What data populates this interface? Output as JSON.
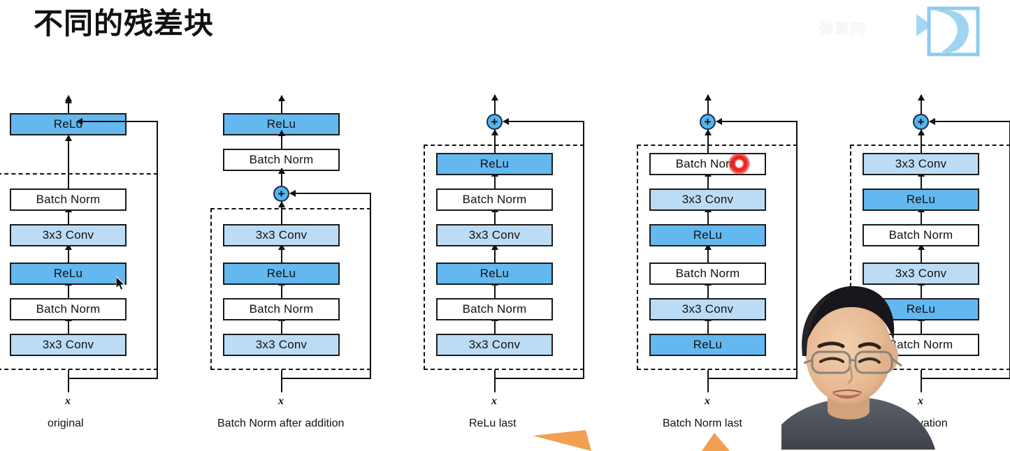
{
  "slide": {
    "title": "不同的残差块",
    "input_symbol": "x",
    "plus_symbol": "+"
  },
  "watermark": {
    "text": "弹幕网",
    "logo_name": "bilibili-logo"
  },
  "colors": {
    "relu_fill": "#63b8ef",
    "conv_fill": "#bcdcf6",
    "bnorm_fill": "#ffffff",
    "stroke": "#1b1b1b",
    "plus_fill": "#56b2ee",
    "highlight": "#e81414",
    "marker_orange": "#f0a050"
  },
  "labels": {
    "relu": "ReLu",
    "conv": "3x3 Conv",
    "batch_norm": "Batch Norm"
  },
  "diagrams": [
    {
      "id": "original",
      "caption": "original",
      "inside_block": [
        "3x3 Conv",
        "Batch Norm",
        "ReLu",
        "3x3 Conv",
        "Batch Norm"
      ],
      "after_addition": [
        "ReLu"
      ]
    },
    {
      "id": "batch-norm-after-addition",
      "caption": "Batch Norm after addition",
      "inside_block": [
        "3x3 Conv",
        "Batch Norm",
        "ReLu",
        "3x3 Conv"
      ],
      "after_addition": [
        "Batch Norm",
        "ReLu"
      ]
    },
    {
      "id": "relu-last",
      "caption": "ReLu last",
      "inside_block": [
        "3x3 Conv",
        "Batch Norm",
        "ReLu",
        "3x3 Conv",
        "Batch Norm",
        "ReLu"
      ],
      "after_addition": []
    },
    {
      "id": "batch-norm-last",
      "caption": "Batch Norm last",
      "inside_block": [
        "ReLu",
        "3x3 Conv",
        "Batch Norm",
        "ReLu",
        "3x3 Conv",
        "Batch Norm"
      ],
      "after_addition": []
    },
    {
      "id": "pre-activation",
      "caption": "activation",
      "inside_block": [
        "Batch Norm",
        "ReLu",
        "3x3 Conv",
        "Batch Norm",
        "ReLu",
        "3x3 Conv"
      ],
      "after_addition": []
    }
  ]
}
